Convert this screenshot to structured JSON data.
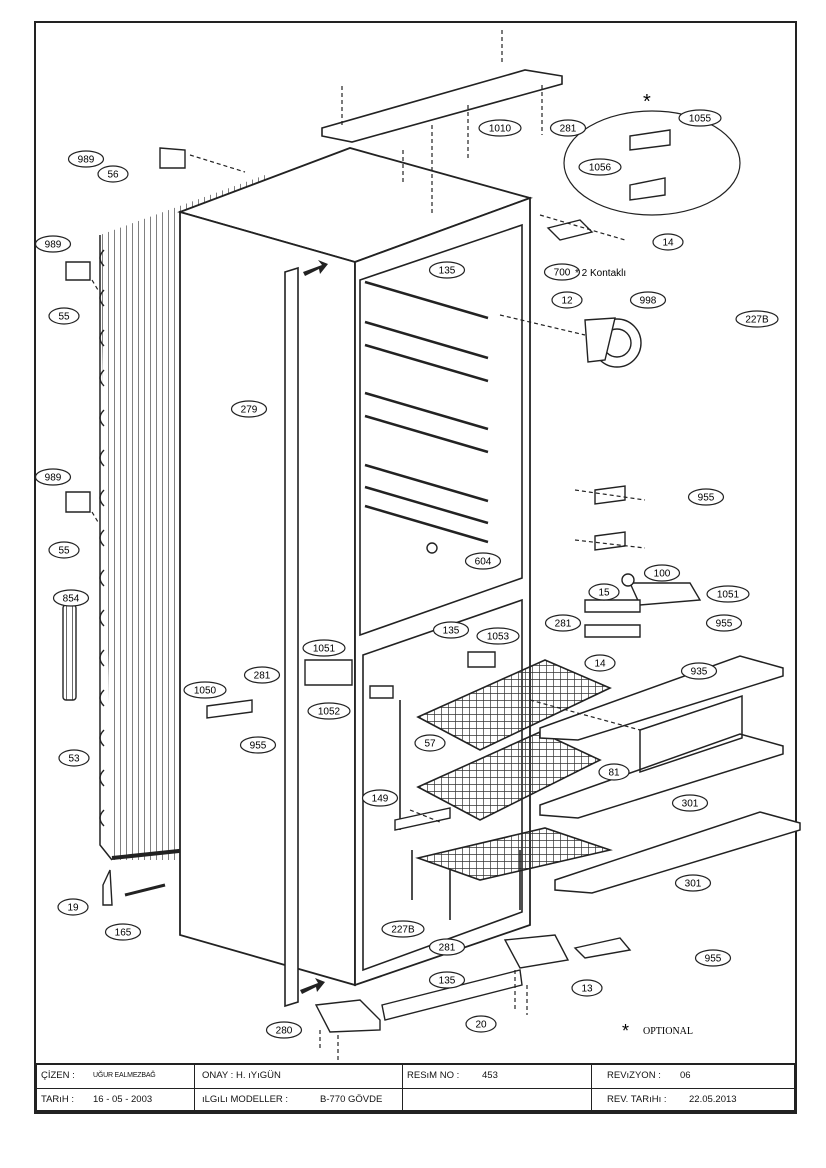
{
  "callouts": [
    "989",
    "56",
    "989",
    "55",
    "989",
    "55",
    "854",
    "53",
    "19",
    "165",
    "1010",
    "281",
    "1055",
    "1056",
    "14",
    "135",
    "700",
    "12",
    "998",
    "227B",
    "279",
    "955",
    "100",
    "15",
    "1051",
    "281",
    "955",
    "14",
    "135",
    "1053",
    "1051",
    "1052",
    "1050",
    "281",
    "955",
    "935",
    "57",
    "81",
    "149",
    "301",
    "301",
    "227B",
    "281",
    "135",
    "955",
    "13",
    "20",
    "280",
    "604"
  ],
  "notes": {
    "asterisk": "*",
    "kontak": "* 2 Kontaklı",
    "optional": "OPTIONAL"
  },
  "title_block": {
    "cizen_label": "ÇİZEN :",
    "cizen_value": "UĞUR EALMEZBAĞ",
    "onay": "ONAY : H. ıYıGÜN",
    "resim_label": "RESıM NO :",
    "resim_value": "453",
    "revizyon_label": "REVıZYON :",
    "revizyon_value": "06",
    "tarih_label": "TARıH :",
    "tarih_value": "16 - 05 - 2003",
    "ilgili_label": "ıLGıLı MODELLER :",
    "ilgili_value": "B-770 GÖVDE",
    "rev_tarih_label": "REV. TARıHı :",
    "rev_tarih_value": "22.05.2013"
  }
}
